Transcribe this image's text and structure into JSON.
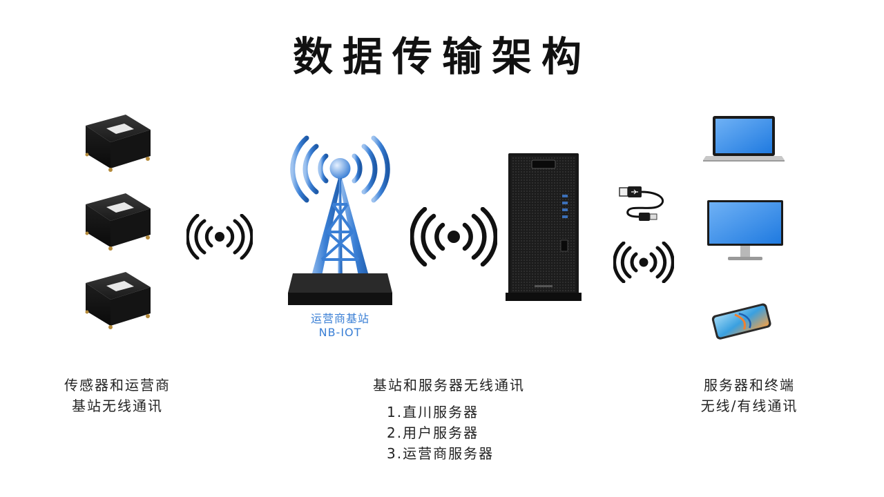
{
  "title": "数据传输架构",
  "station": {
    "name": "运营商基站",
    "protocol": "NB-IOT"
  },
  "captions": {
    "sensors_line1": "传感器和运营商",
    "sensors_line2": "基站无线通讯",
    "station_server": "基站和服务器无线通讯",
    "terminals_line1": "服务器和终端",
    "terminals_line2": "无线/有线通讯"
  },
  "server_list": [
    "1.直川服务器",
    "2.用户服务器",
    "3.运营商服务器"
  ],
  "icons": {
    "sensor": "sensor-box-icon",
    "wireless": "wireless-signal-icon",
    "tower": "cell-tower-icon",
    "server": "server-tower-icon",
    "usb": "usb-cable-icon",
    "laptop": "laptop-icon",
    "monitor": "monitor-icon",
    "phone": "smartphone-icon"
  },
  "colors": {
    "tower_blue": "#3a7fd5",
    "station_text": "#3a7fd5",
    "text": "#222222",
    "title": "#111111"
  }
}
